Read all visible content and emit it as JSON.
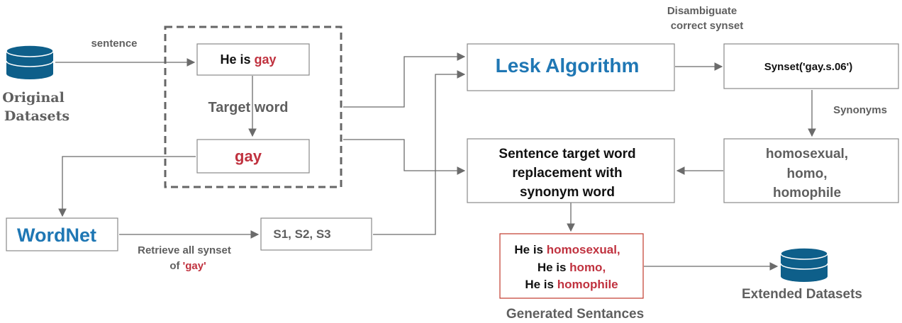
{
  "colors": {
    "accent_red": "#c0323f",
    "accent_blue": "#1f77b4",
    "db_blue": "#0e5f8a",
    "gray_text": "#5f5f5f",
    "dark_text": "#111111"
  },
  "icons": [
    "database-icon",
    "database-icon"
  ],
  "labels": {
    "sentence": "sentence",
    "original_line1": "Original",
    "original_line2": "Datasets",
    "target_word": "Target word",
    "retrieve_line1": "Retrieve all synset",
    "retrieve_of": "of ",
    "retrieve_word": "'gay'",
    "disambiguate_line1": "Disambiguate",
    "disambiguate_line2": "correct synset",
    "synonyms": "Synonyms",
    "generated": "Generated Sentances",
    "extended": "Extended Datasets"
  },
  "nodes": {
    "he_is_prefix": "He is ",
    "he_is_word": "gay",
    "gay": "gay",
    "wordnet": "WordNet",
    "synsets": "S1, S2, S3",
    "lesk": "Lesk Algorithm",
    "synset_result": "Synset('gay.s.06')",
    "synonym_list": [
      "homosexual,",
      "homo,",
      "homophile"
    ],
    "replacement_lines": [
      "Sentence target word",
      "replacement with",
      "synonym word"
    ],
    "generated_prefix": "He is ",
    "generated_words": [
      "homosexual,",
      "homo,",
      "homophile"
    ]
  }
}
